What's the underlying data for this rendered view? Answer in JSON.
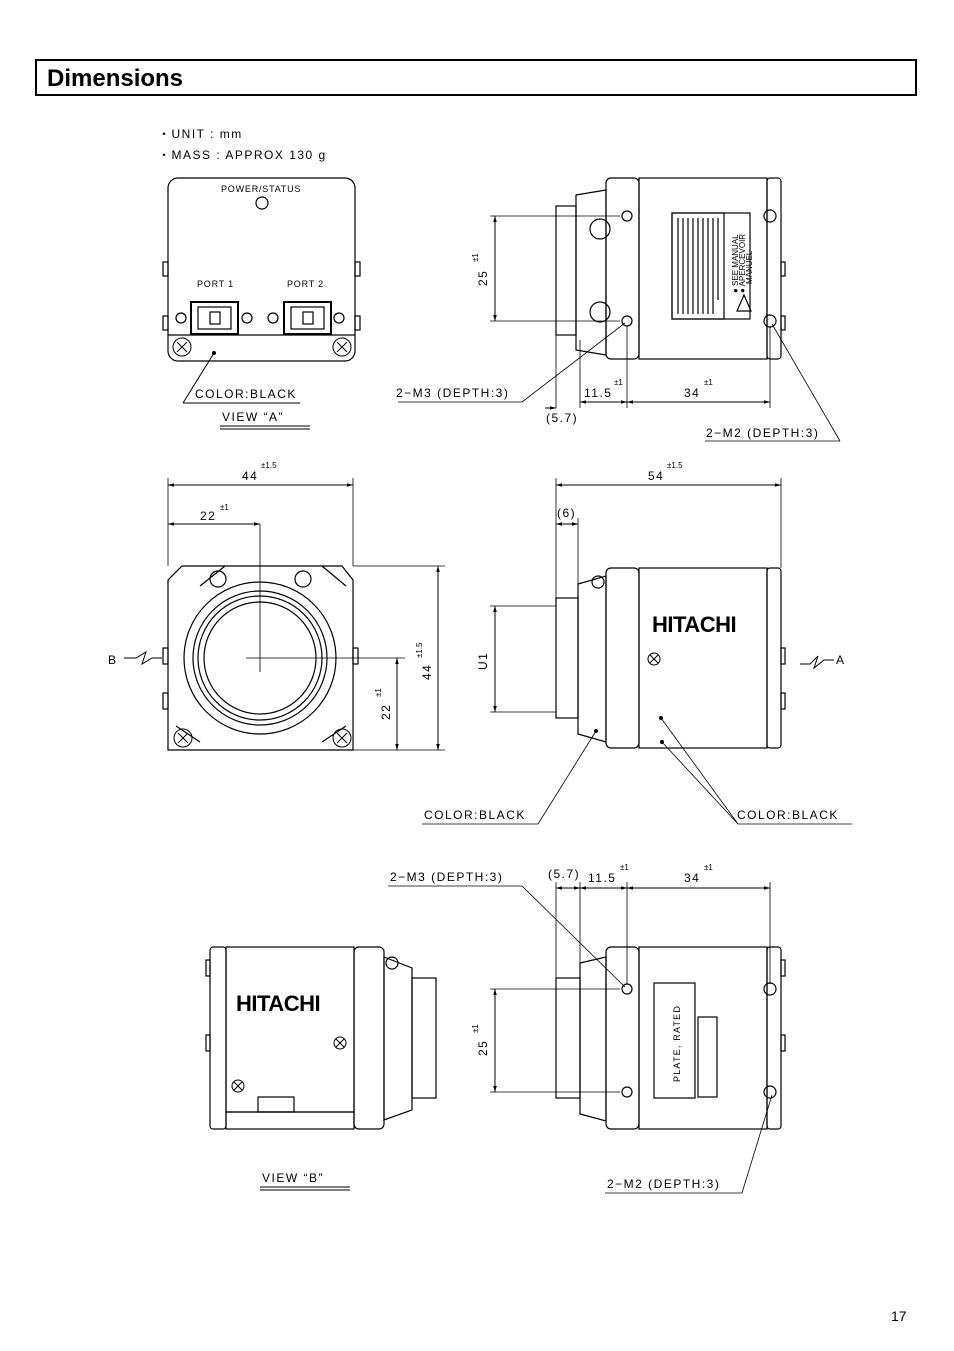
{
  "header": {
    "title": "Dimensions"
  },
  "specs": {
    "unit": "・UNIT  :  mm",
    "mass": "・MASS  :  APPROX  130  g"
  },
  "view_a": {
    "power_status": "POWER/STATUS",
    "port1": "PORT 1",
    "port2": "PORT 2",
    "color": "COLOR:BLACK",
    "caption": "VIEW “A”"
  },
  "side_top": {
    "m3": "2−M3 (DEPTH:3)",
    "m2": "2−M2 (DEPTH:3)",
    "d25": "25",
    "d115": "11.5",
    "d34": "34",
    "d57": "(5.7)",
    "tol": "±1",
    "label_see_manual": "● SEE MANUAL",
    "label_aperevoir": "● APERCEVOIR",
    "label_manuel": "MANUEL"
  },
  "front": {
    "d44w": "44",
    "d22w": "22",
    "d44h": "44",
    "d22h": "22",
    "tol": "±1",
    "tol15": "±1.5",
    "label_b": "B",
    "label_a": "A"
  },
  "side_mid": {
    "logo": "HITACHI",
    "d54": "54",
    "d6": "(6)",
    "u1": "U1",
    "color_left": "COLOR:BLACK",
    "color_right": "COLOR:BLACK"
  },
  "bottom": {
    "logo": "HITACHI",
    "caption": "VIEW “B”",
    "m3": "2−M3 (DEPTH:3)",
    "m2": "2−M2 (DEPTH:3)",
    "d57": "(5.7)",
    "d115": "11.5",
    "d34": "34",
    "d25": "25",
    "plate": "PLATE, RATED"
  },
  "footer": {
    "page_number": "17"
  }
}
